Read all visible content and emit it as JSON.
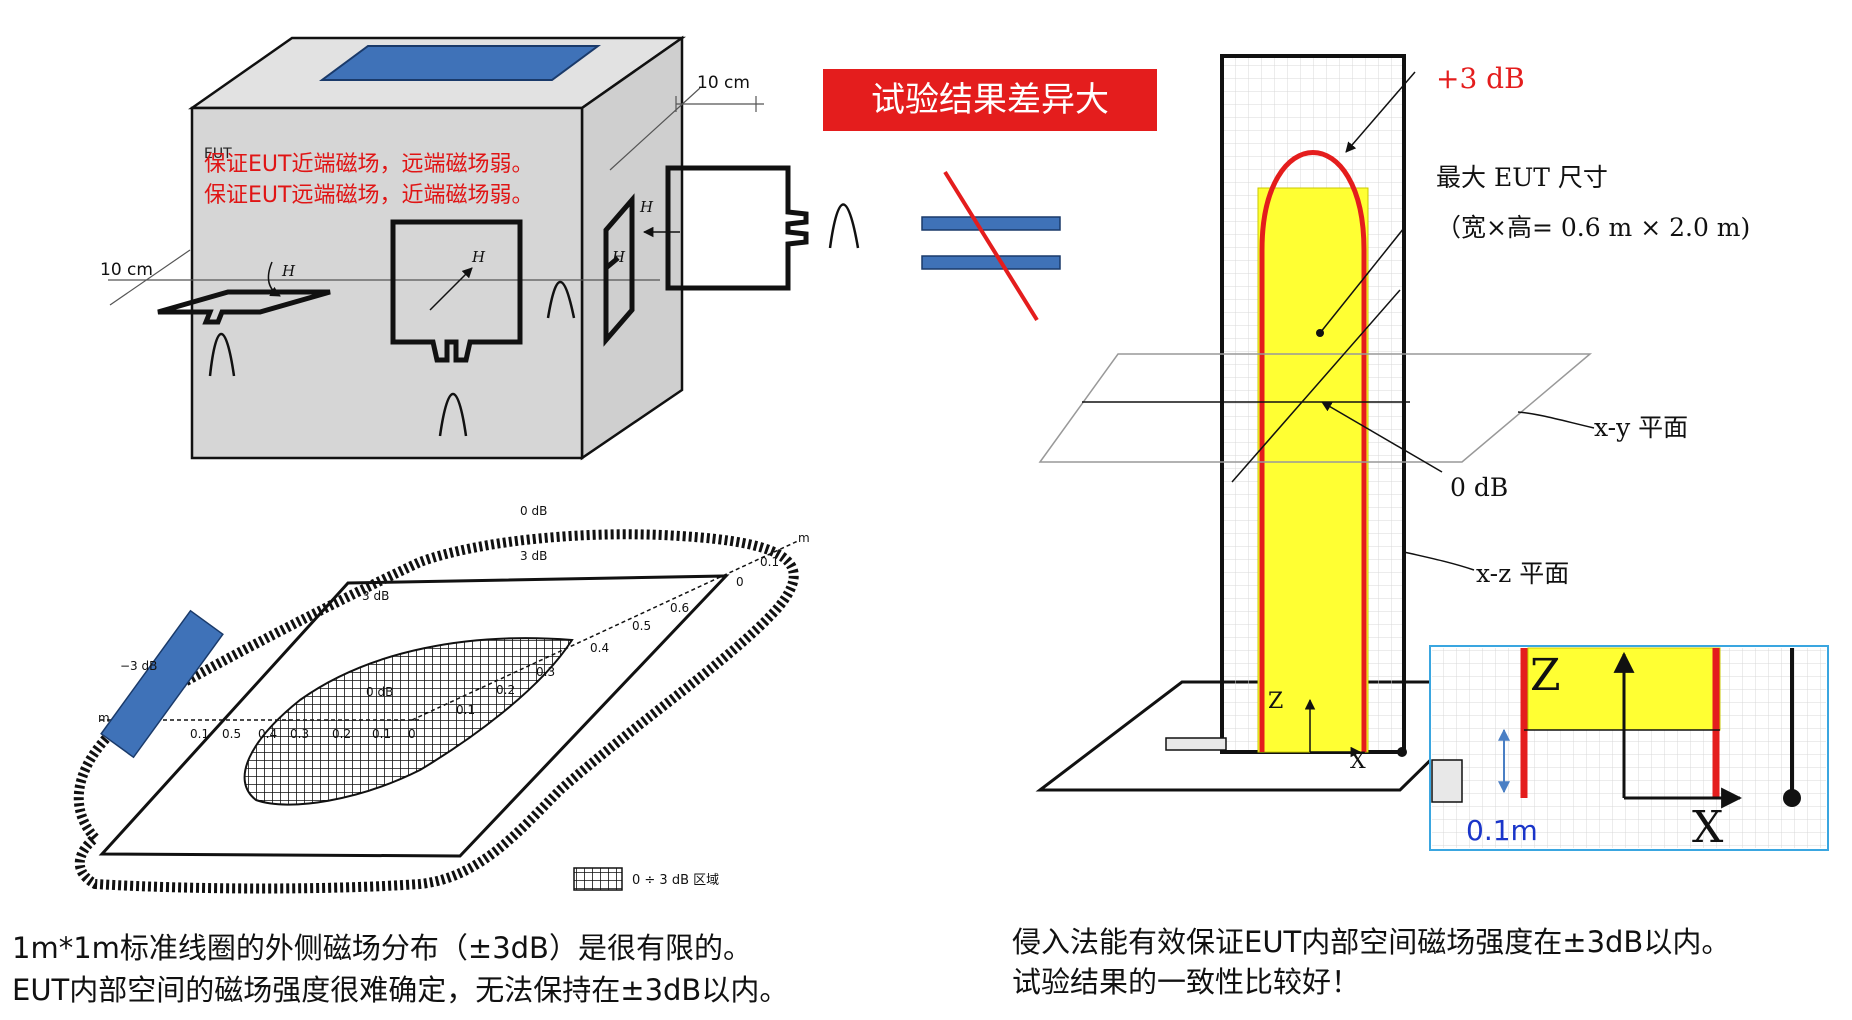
{
  "banner": "试验结果差异大",
  "eut_box": {
    "eut_label": "EUT",
    "red_note_1": "保证EUT近端磁场，远端磁场弱。",
    "red_note_2": "保证EUT远端磁场，近端磁场弱。",
    "dim_left": "10 cm",
    "dim_right": "10 cm",
    "h_label": "H"
  },
  "coil_map": {
    "label_0db": "0 dB",
    "label_3db_top": "3 dB",
    "label_3db_inner": "3 dB",
    "label_minus3db": "−3 dB",
    "label_center_0db": "0 dB",
    "axis_m_right": "m",
    "axis_m_left": "m",
    "ticks_diag": [
      "0.1",
      "0.2",
      "0.3",
      "0.4",
      "0.5",
      "0.6"
    ],
    "tick_0_diag": "0",
    "ticks_axis": [
      "0.1",
      "0.5",
      "0.4",
      "0.3",
      "0.2",
      "0.1"
    ],
    "tick_0_axis": "0",
    "tick_01_right": "0.1",
    "legend": "0 ÷ 3 dB 区域"
  },
  "right_diagram": {
    "plus3db": "+3 dB",
    "max_eut_1": "最大  EUT  尺寸",
    "max_eut_2": "（宽×高= 0.6 m × 2.0 m)",
    "xy_plane": "x-y  平面",
    "zero_db": "0 dB",
    "xz_plane": "x-z  平面",
    "z_small": "Z",
    "x_small": "X"
  },
  "inset": {
    "z_label": "Z",
    "x_label": "X",
    "dim_label": "0.1m"
  },
  "captions": {
    "left_line1": "1m*1m标准线圈的外侧磁场分布（±3dB）是很有限的。",
    "left_line2": "EUT内部空间的磁场强度很难确定，无法保持在±3dB以内。",
    "right_line1": "侵入法能有效保证EUT内部空间磁场强度在±3dB以内。",
    "right_line2": "试验结果的一致性比较好！"
  },
  "colors": {
    "banner_bg": "#e41d1d",
    "eut_top_blue": "#3f72b8",
    "eut_yellow": "#ffff33",
    "red_line": "#e41d1d",
    "inset_label_blue": "#1a35c9"
  }
}
